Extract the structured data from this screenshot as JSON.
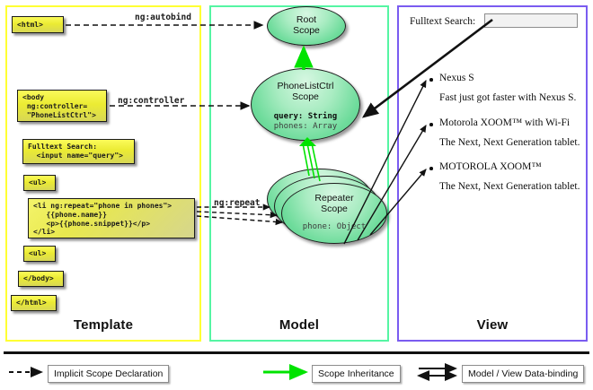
{
  "columns": [
    {
      "id": "template",
      "label": "Template",
      "border_color": "#ffff33"
    },
    {
      "id": "model",
      "label": "Model",
      "border_color": "#55f5a3"
    },
    {
      "id": "view",
      "label": "View",
      "border_color": "#7a5cf0"
    }
  ],
  "template": {
    "boxes": [
      {
        "name": "html-open-tag",
        "text": "<html>"
      },
      {
        "name": "body-controller-tag",
        "text": "<body\n ng:controller=\n \"PhoneListCtrl\">"
      },
      {
        "name": "fulltext-search-input-markup",
        "text": "Fulltext Search:\n  <input name=\"query\">"
      },
      {
        "name": "ul-open-tag",
        "text": "<ul>"
      },
      {
        "name": "li-repeat-markup",
        "text": "<li ng:repeat=\"phone in phones\">\n   {{phone.name}}\n   <p>{{phone.snippet}}</p>\n</li>"
      },
      {
        "name": "ul-close-tag",
        "text": "<ul>"
      },
      {
        "name": "body-close-tag",
        "text": "</body>"
      },
      {
        "name": "html-close-tag",
        "text": "</html>"
      }
    ]
  },
  "edge_labels": {
    "autobind": "ng:autobind",
    "controller": "ng:controller",
    "repeat": "ng:repeat"
  },
  "model": {
    "scopes": [
      {
        "name": "root-scope",
        "title_line1": "Root",
        "title_line2": "Scope",
        "properties": []
      },
      {
        "name": "phonelistctrl-scope",
        "title_line1": "PhoneListCtrl",
        "title_line2": "Scope",
        "properties": [
          {
            "text": "query: String",
            "emphasis": "bold"
          },
          {
            "text": "phones: Array",
            "emphasis": "normal"
          }
        ]
      },
      {
        "name": "repeater-scope",
        "title_line1": "Repeater",
        "title_line2": "Scope",
        "properties": [
          {
            "text": "phone: Object",
            "emphasis": "normal"
          }
        ]
      }
    ]
  },
  "view": {
    "search_label": "Fulltext Search:",
    "search_value": "",
    "items": [
      {
        "name": "Nexus S",
        "snippet": "Fast just got faster with Nexus S."
      },
      {
        "name": "Motorola XOOM™  with Wi-Fi",
        "snippet": "The Next, Next Generation tablet."
      },
      {
        "name": "MOTOROLA XOOM™",
        "snippet": "The Next, Next Generation tablet."
      }
    ]
  },
  "legend": [
    {
      "name": "implicit-scope-declaration",
      "label": "Implicit Scope Declaration",
      "arrow": "dashed-single",
      "color": "#111111"
    },
    {
      "name": "scope-inheritance",
      "label": "Scope Inheritance",
      "arrow": "solid-single-green",
      "color": "#00e300"
    },
    {
      "name": "model-view-data-binding",
      "label": "Model / View Data-binding",
      "arrow": "solid-double",
      "color": "#111111"
    }
  ]
}
